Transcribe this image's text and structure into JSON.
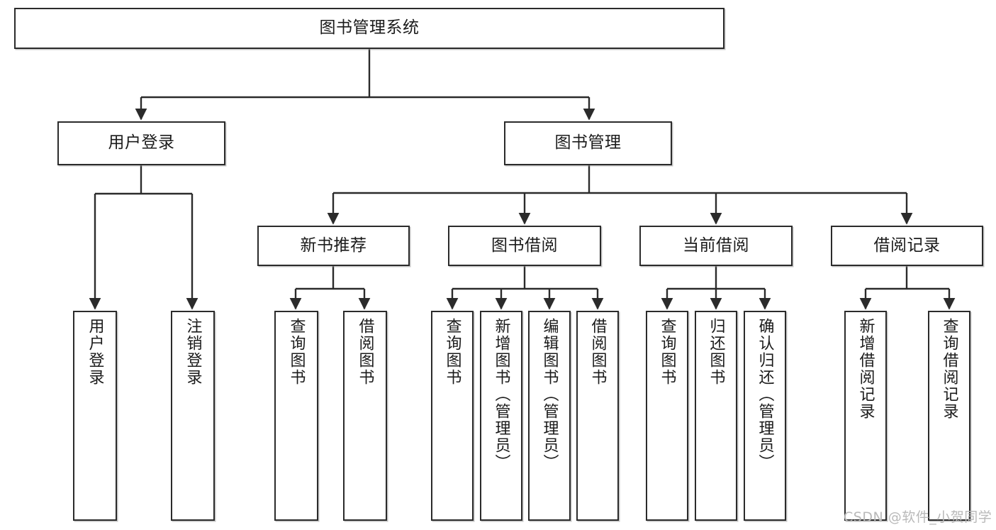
{
  "diagram": {
    "type": "tree",
    "title": "图书管理系统",
    "watermark": "CSDN @软件_小贺同学",
    "colors": {
      "box_border": "#2b2b2b",
      "box_fill": "#ffffff",
      "edge": "#2b2b2b",
      "text": "#1b1b1b",
      "watermark": "#b9b9b9",
      "background": "#ffffff"
    },
    "nodes": {
      "root": {
        "label": "图书管理系统",
        "orientation": "horizontal"
      },
      "level2": [
        {
          "id": "user-login",
          "label": "用户登录",
          "orientation": "horizontal"
        },
        {
          "id": "book-management",
          "label": "图书管理",
          "orientation": "horizontal"
        }
      ],
      "level3": [
        {
          "id": "new-book-recommend",
          "label": "新书推荐",
          "orientation": "horizontal",
          "parent": "book-management"
        },
        {
          "id": "book-borrow",
          "label": "图书借阅",
          "orientation": "horizontal",
          "parent": "book-management"
        },
        {
          "id": "current-borrow",
          "label": "当前借阅",
          "orientation": "horizontal",
          "parent": "book-management"
        },
        {
          "id": "borrow-record",
          "label": "借阅记录",
          "orientation": "horizontal",
          "parent": "book-management"
        }
      ],
      "leaves": [
        {
          "id": "leaf-user-login",
          "label": "用户登录",
          "orientation": "vertical",
          "parent": "user-login"
        },
        {
          "id": "leaf-user-logout",
          "label": "注销登录",
          "orientation": "vertical",
          "parent": "user-login"
        },
        {
          "id": "leaf-query-book-1",
          "label": "查询图书",
          "orientation": "vertical",
          "parent": "new-book-recommend"
        },
        {
          "id": "leaf-borrow-book-1",
          "label": "借阅图书",
          "orientation": "vertical",
          "parent": "new-book-recommend"
        },
        {
          "id": "leaf-query-book-2",
          "label": "查询图书",
          "orientation": "vertical",
          "parent": "book-borrow"
        },
        {
          "id": "leaf-add-book",
          "label": "新增图书（管理员）",
          "orientation": "vertical",
          "parent": "book-borrow"
        },
        {
          "id": "leaf-edit-book",
          "label": "编辑图书（管理员）",
          "orientation": "vertical",
          "parent": "book-borrow"
        },
        {
          "id": "leaf-borrow-book-2",
          "label": "借阅图书",
          "orientation": "vertical",
          "parent": "book-borrow"
        },
        {
          "id": "leaf-query-book-3",
          "label": "查询图书",
          "orientation": "vertical",
          "parent": "current-borrow"
        },
        {
          "id": "leaf-return-book",
          "label": "归还图书",
          "orientation": "vertical",
          "parent": "current-borrow"
        },
        {
          "id": "leaf-confirm-return",
          "label": "确认归还（管理员）",
          "orientation": "vertical",
          "parent": "current-borrow"
        },
        {
          "id": "leaf-add-record",
          "label": "新增借阅记录",
          "orientation": "vertical",
          "parent": "borrow-record"
        },
        {
          "id": "leaf-query-record",
          "label": "查询借阅记录",
          "orientation": "vertical",
          "parent": "borrow-record"
        }
      ]
    }
  }
}
